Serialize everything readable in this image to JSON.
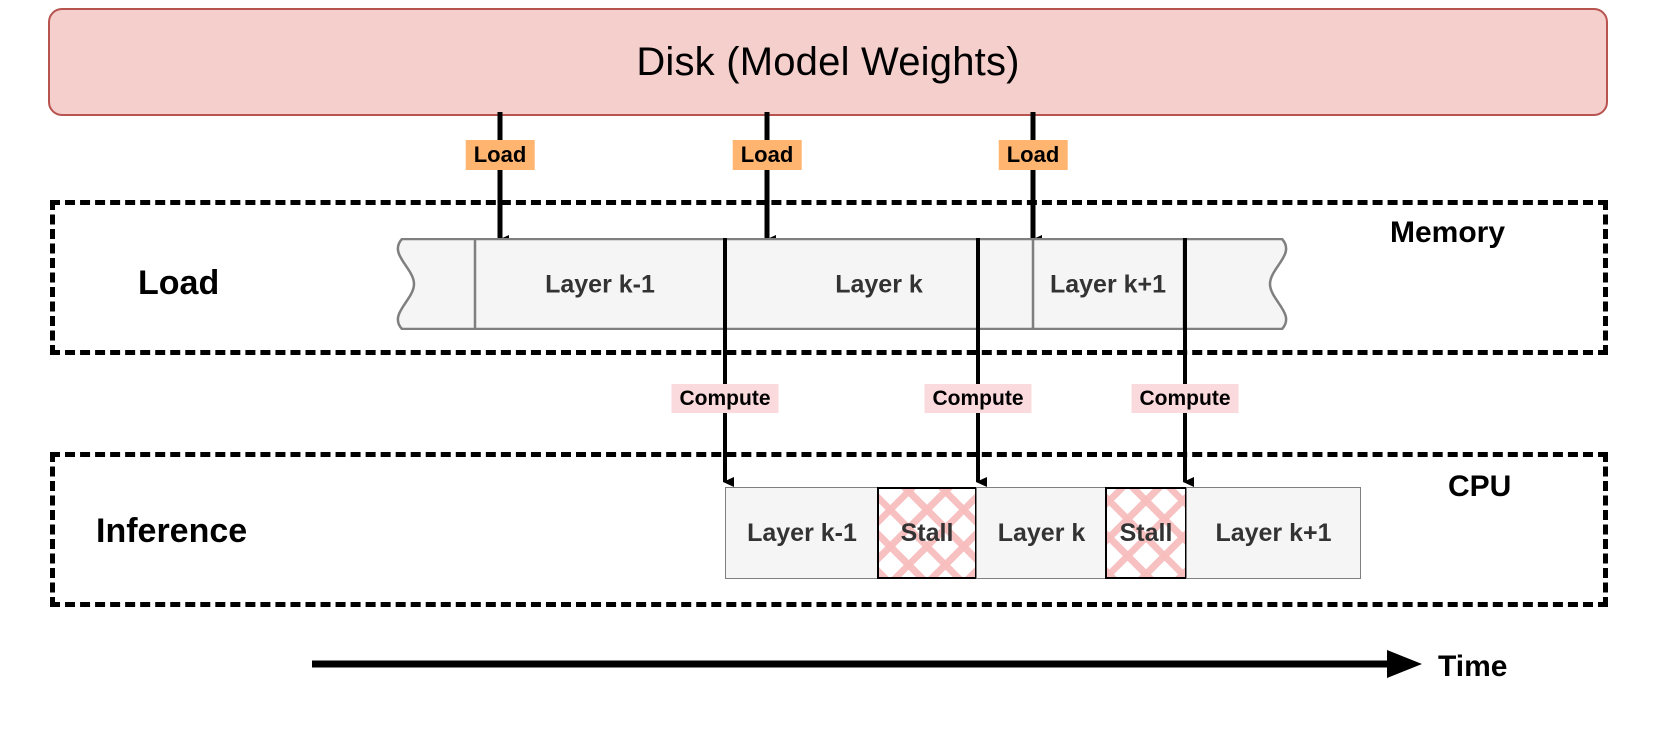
{
  "diagram": {
    "title": "Disk to Memory to CPU layer-wise inference timeline",
    "disk": {
      "label": "Disk (Model Weights)",
      "fill": "#f5cfcc",
      "stroke": "#b85450"
    },
    "zones": {
      "memory": {
        "tag": "Memory",
        "row_label": "Load"
      },
      "cpu": {
        "tag": "CPU",
        "row_label": "Inference"
      }
    },
    "memory_band": {
      "segments": [
        {
          "label": "",
          "kind": "continuation"
        },
        {
          "label": "Layer k-1",
          "kind": "layer"
        },
        {
          "label": "Layer k",
          "kind": "layer"
        },
        {
          "label": "Layer k+1",
          "kind": "layer"
        },
        {
          "label": "",
          "kind": "continuation"
        }
      ],
      "fill": "#f5f5f5",
      "stroke": "#7f7f7f"
    },
    "cpu_timeline": {
      "cells": [
        {
          "label": "Layer k-1",
          "kind": "work"
        },
        {
          "label": "Stall",
          "kind": "stall"
        },
        {
          "label": "Layer k",
          "kind": "work"
        },
        {
          "label": "Stall",
          "kind": "stall"
        },
        {
          "label": "Layer k+1",
          "kind": "work"
        }
      ],
      "work_fill": "#f5f5f5",
      "work_stroke": "#7f7f7f",
      "stall_hatch": "#f8bebe",
      "stall_stroke": "#000000"
    },
    "load_edges": [
      {
        "label": "Load",
        "color": "#ffb570"
      },
      {
        "label": "Load",
        "color": "#ffb570"
      },
      {
        "label": "Load",
        "color": "#ffb570"
      }
    ],
    "compute_edges": [
      {
        "label": "Compute",
        "color": "#fadadd"
      },
      {
        "label": "Compute",
        "color": "#fadadd"
      },
      {
        "label": "Compute",
        "color": "#fadadd"
      }
    ],
    "time_axis": {
      "label": "Time",
      "direction": "left-to-right"
    }
  }
}
